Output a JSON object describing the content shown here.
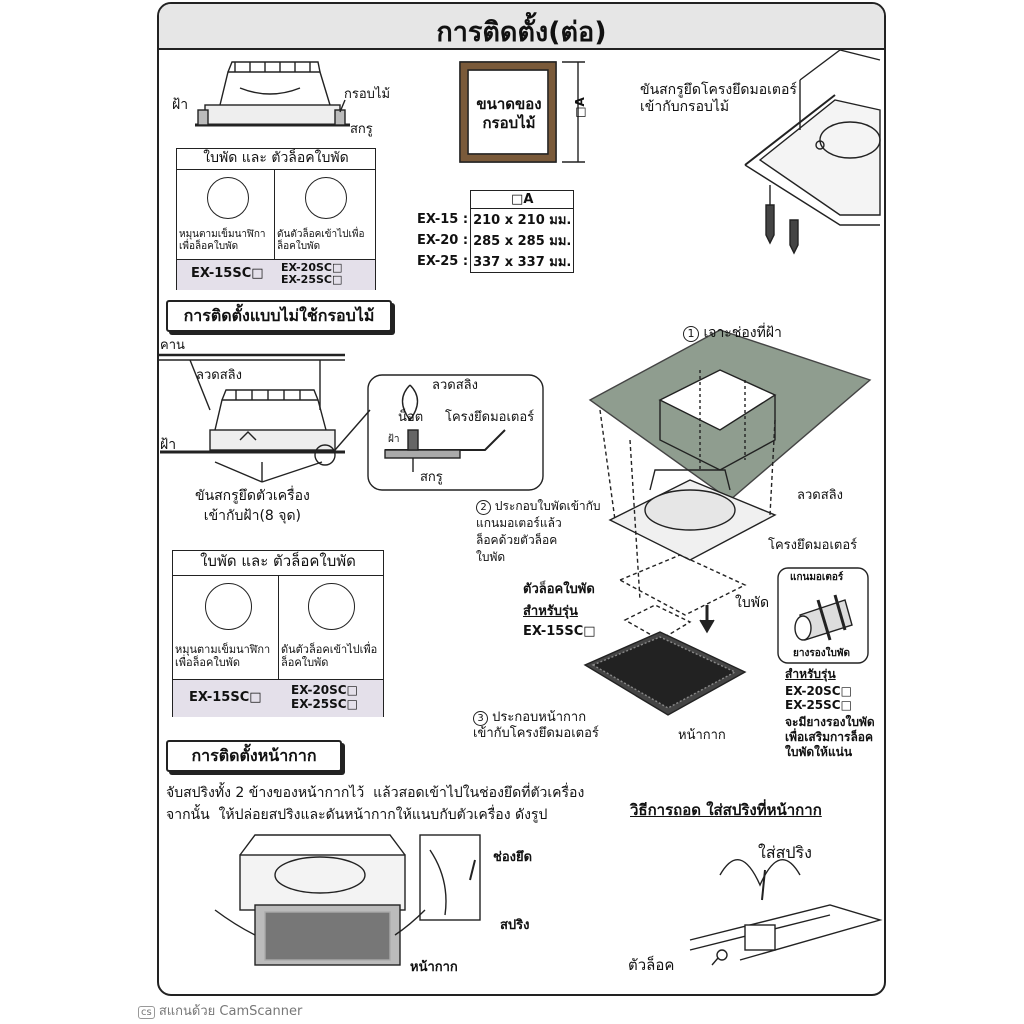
{
  "header": {
    "title": "การติดตั้ง(ต่อ)"
  },
  "top": {
    "ceiling": "ฝ้า",
    "wood_frame": "กรอบไม้",
    "screw": "สกรู",
    "frame_size": "ขนาดของ\nกรอบไม้",
    "dim": "□A",
    "screw_frame_note": "ขันสกรูยึดโครงยึดมอเตอร์\nเข้ากับกรอบไม้"
  },
  "size_table": {
    "header": "□A",
    "rows": [
      {
        "model": "EX-15 :",
        "size": "210 x 210 มม."
      },
      {
        "model": "EX-20 :",
        "size": "285 x 285 มม."
      },
      {
        "model": "EX-25 :",
        "size": "337 x 337 มม."
      }
    ]
  },
  "blade_box": {
    "title": "ใบพัด และ ตัวล็อคใบพัด",
    "left_caption": "หมุนตามเข็มนาฬิกา\nเพื่อล็อคใบพัด",
    "right_caption": "ดันตัวล็อคเข้าไปเพื่อ\nล็อคใบพัด",
    "left_model": "EX-15SC□",
    "right_model": "EX-20SC□\nEX-25SC□"
  },
  "no_frame": {
    "title": "การติดตั้งแบบไม่ใช้กรอบไม้",
    "beam": "คาน",
    "sling": "ลวดสลิง",
    "ceiling": "ฝ้า",
    "nut": "น็อต",
    "motor_frame": "โครงยึดมอเตอร์",
    "screw": "สกรู",
    "fix_note": "ขันสกรูยึดตัวเครื่อง\nเข้ากับฝ้า(8 จุด)"
  },
  "steps": {
    "s1": "เจาะช่องที่ฝ้า",
    "s1_num": "1",
    "sling": "ลวดสลิง",
    "s2": "ประกอบใบพัดเข้ากับ\nแกนมอเตอร์แล้ว\nล็อคด้วยตัวล็อค\nใบพัด",
    "s2_num": "2",
    "motor_frame": "โครงยึดมอเตอร์",
    "lock_label": "ตัวล็อคใบพัด",
    "for_model": "สำหรับรุ่น",
    "lock_model": "EX-15SC□",
    "blade": "ใบพัด",
    "shaft": "แกนมอเตอร์",
    "rubber": "ยางรองใบพัด",
    "for_model2": "สำหรับรุ่น",
    "models2": "EX-20SC□\nEX-25SC□",
    "rubber_note": "จะมียางรองใบพัด\nเพื่อเสริมการล็อค\nใบพัดให้แน่น",
    "s3": "ประกอบหน้ากาก\nเข้ากับโครงยึดมอเตอร์",
    "s3_num": "3",
    "grille": "หน้ากาก"
  },
  "mask": {
    "title": "การติดตั้งหน้ากาก",
    "instruction": "จับสปริงทั้ง 2 ข้างของหน้ากากไว้  แล้วสอดเข้าไปในช่องยึดที่ตัวเครื่อง\nจากนั้น  ให้ปล่อยสปริงและดันหน้ากากให้แนบกับตัวเครื่อง ดังรูป",
    "slot": "ช่องยึด",
    "spring": "สปริง",
    "grille": "หน้ากาก",
    "remove_title": "วิธีการถอด ใส่สปริงที่หน้ากาก",
    "insert_spring": "ใส่สปริง",
    "lock": "ตัวล็อค"
  },
  "footer": {
    "scanner": "สแกนด้วย CamScanner",
    "cs_icon": "cs-logo-icon"
  }
}
